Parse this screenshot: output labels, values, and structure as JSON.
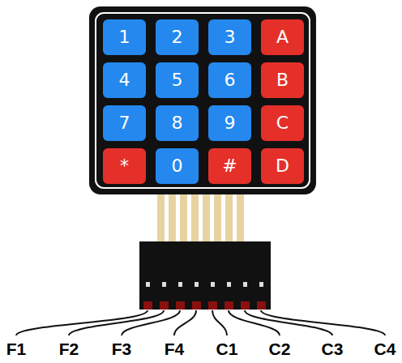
{
  "diagram": {
    "nodes": [
      {
        "text": [
          "1"
        ]
      },
      {
        "text": [
          "2"
        ]
      },
      {
        "text": [
          "3"
        ]
      },
      {
        "text": [
          "A"
        ]
      },
      {
        "text": [
          "4"
        ]
      },
      {
        "text": [
          "5"
        ]
      },
      {
        "text": [
          "6"
        ]
      },
      {
        "text": [
          "B"
        ]
      },
      {
        "text": [
          "7"
        ]
      },
      {
        "text": [
          "8"
        ]
      },
      {
        "text": [
          "9"
        ]
      },
      {
        "text": [
          "C"
        ]
      },
      {
        "text": [
          "*"
        ]
      },
      {
        "text": [
          "0"
        ]
      },
      {
        "text": [
          "#"
        ]
      },
      {
        "text": [
          "D"
        ]
      }
    ],
    "labels": [
      "F1",
      "F2",
      "F3",
      "F4",
      "C1",
      "C2",
      "C3",
      "C4"
    ]
  }
}
